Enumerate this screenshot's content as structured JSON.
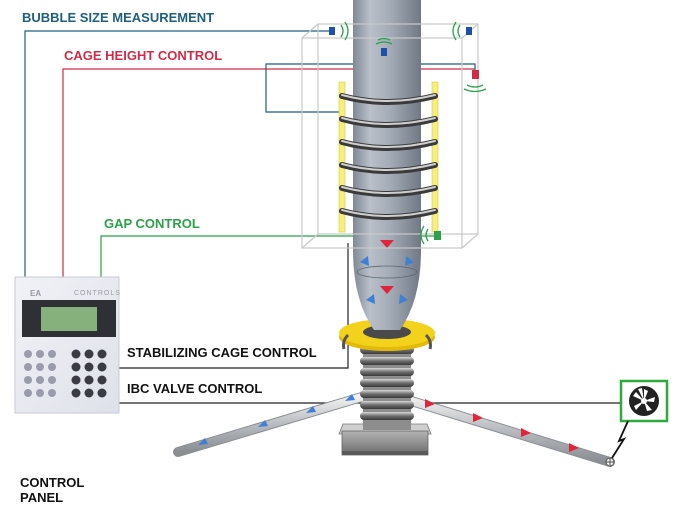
{
  "labels": {
    "bubble_size": "BUBBLE SIZE MEASUREMENT",
    "cage_height": "CAGE HEIGHT CONTROL",
    "gap": "GAP CONTROL",
    "stabilizing_cage": "STABILIZING CAGE CONTROL",
    "ibc_valve": "IBC VALVE CONTROL",
    "control_panel_line1": "CONTROL",
    "control_panel_line2": "PANEL"
  },
  "panel": {
    "brand": "EA",
    "model": "CONTROLS"
  },
  "colors": {
    "bubble_line": "#1f5f7f",
    "cage_line": "#d42a4a",
    "gap_line": "#2aa14a",
    "control_line": "#222222",
    "cage_rail": "#f6ee7e",
    "ring": "#f3d21c",
    "arrow_blue": "#3f7fd6",
    "arrow_red": "#e0243c",
    "fan_border": "#2eaa3c"
  },
  "icons": {
    "sensor": "ultrasonic-sensor-icon",
    "fan": "cooling-fan-icon",
    "air_flow": "air-flow-arrow-icon"
  }
}
